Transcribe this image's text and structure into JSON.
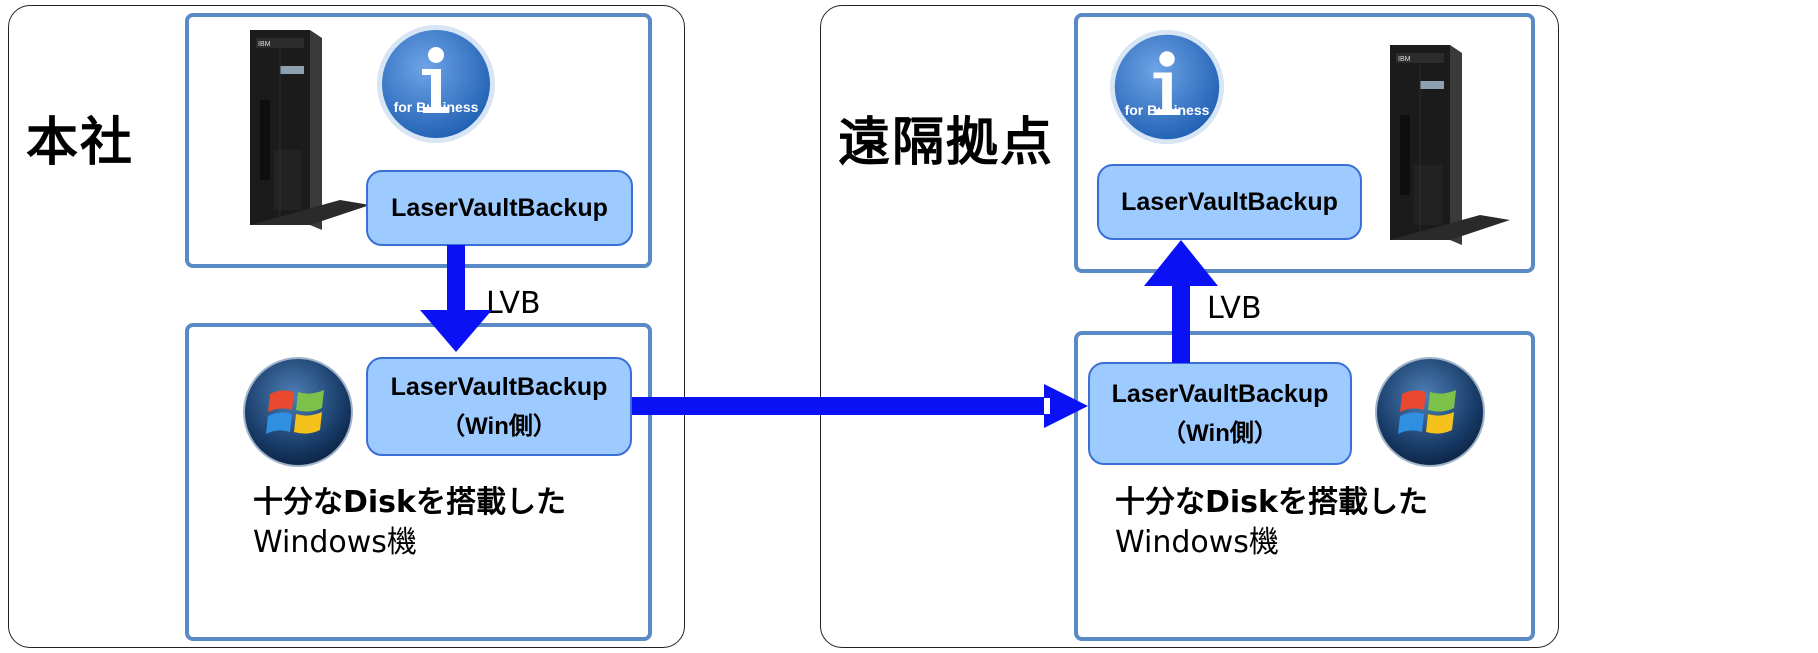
{
  "sites": {
    "hq": {
      "label": "本社",
      "ibmi_logo_text": "for Business",
      "server_brand": "IBM",
      "ibmi_pill": "LaserVaultBackup",
      "win_pill_title": "LaserVaultBackup",
      "win_pill_sub": "（Win側）",
      "caption_line1": "十分なDiskを搭載した",
      "caption_line2": "Windows機",
      "arrow_label": "LVB"
    },
    "remote": {
      "label": "遠隔拠点",
      "ibmi_logo_text": "for Business",
      "server_brand": "IBM",
      "ibmi_pill": "LaserVaultBackup",
      "win_pill_title": "LaserVaultBackup",
      "win_pill_sub": "（Win側）",
      "caption_line1": "十分なDiskを搭載した",
      "caption_line2": "Windows機",
      "arrow_label": "LVB"
    }
  },
  "colors": {
    "arrow": "#0a12f5",
    "pill_fill": "#9ecbff",
    "pill_border": "#3a6fd8",
    "box_border": "#5a8ac6",
    "logo_blue": "#3a76c8"
  },
  "icons": [
    "ibm-server-icon",
    "ibm-i-logo-icon",
    "windows-logo-icon"
  ]
}
